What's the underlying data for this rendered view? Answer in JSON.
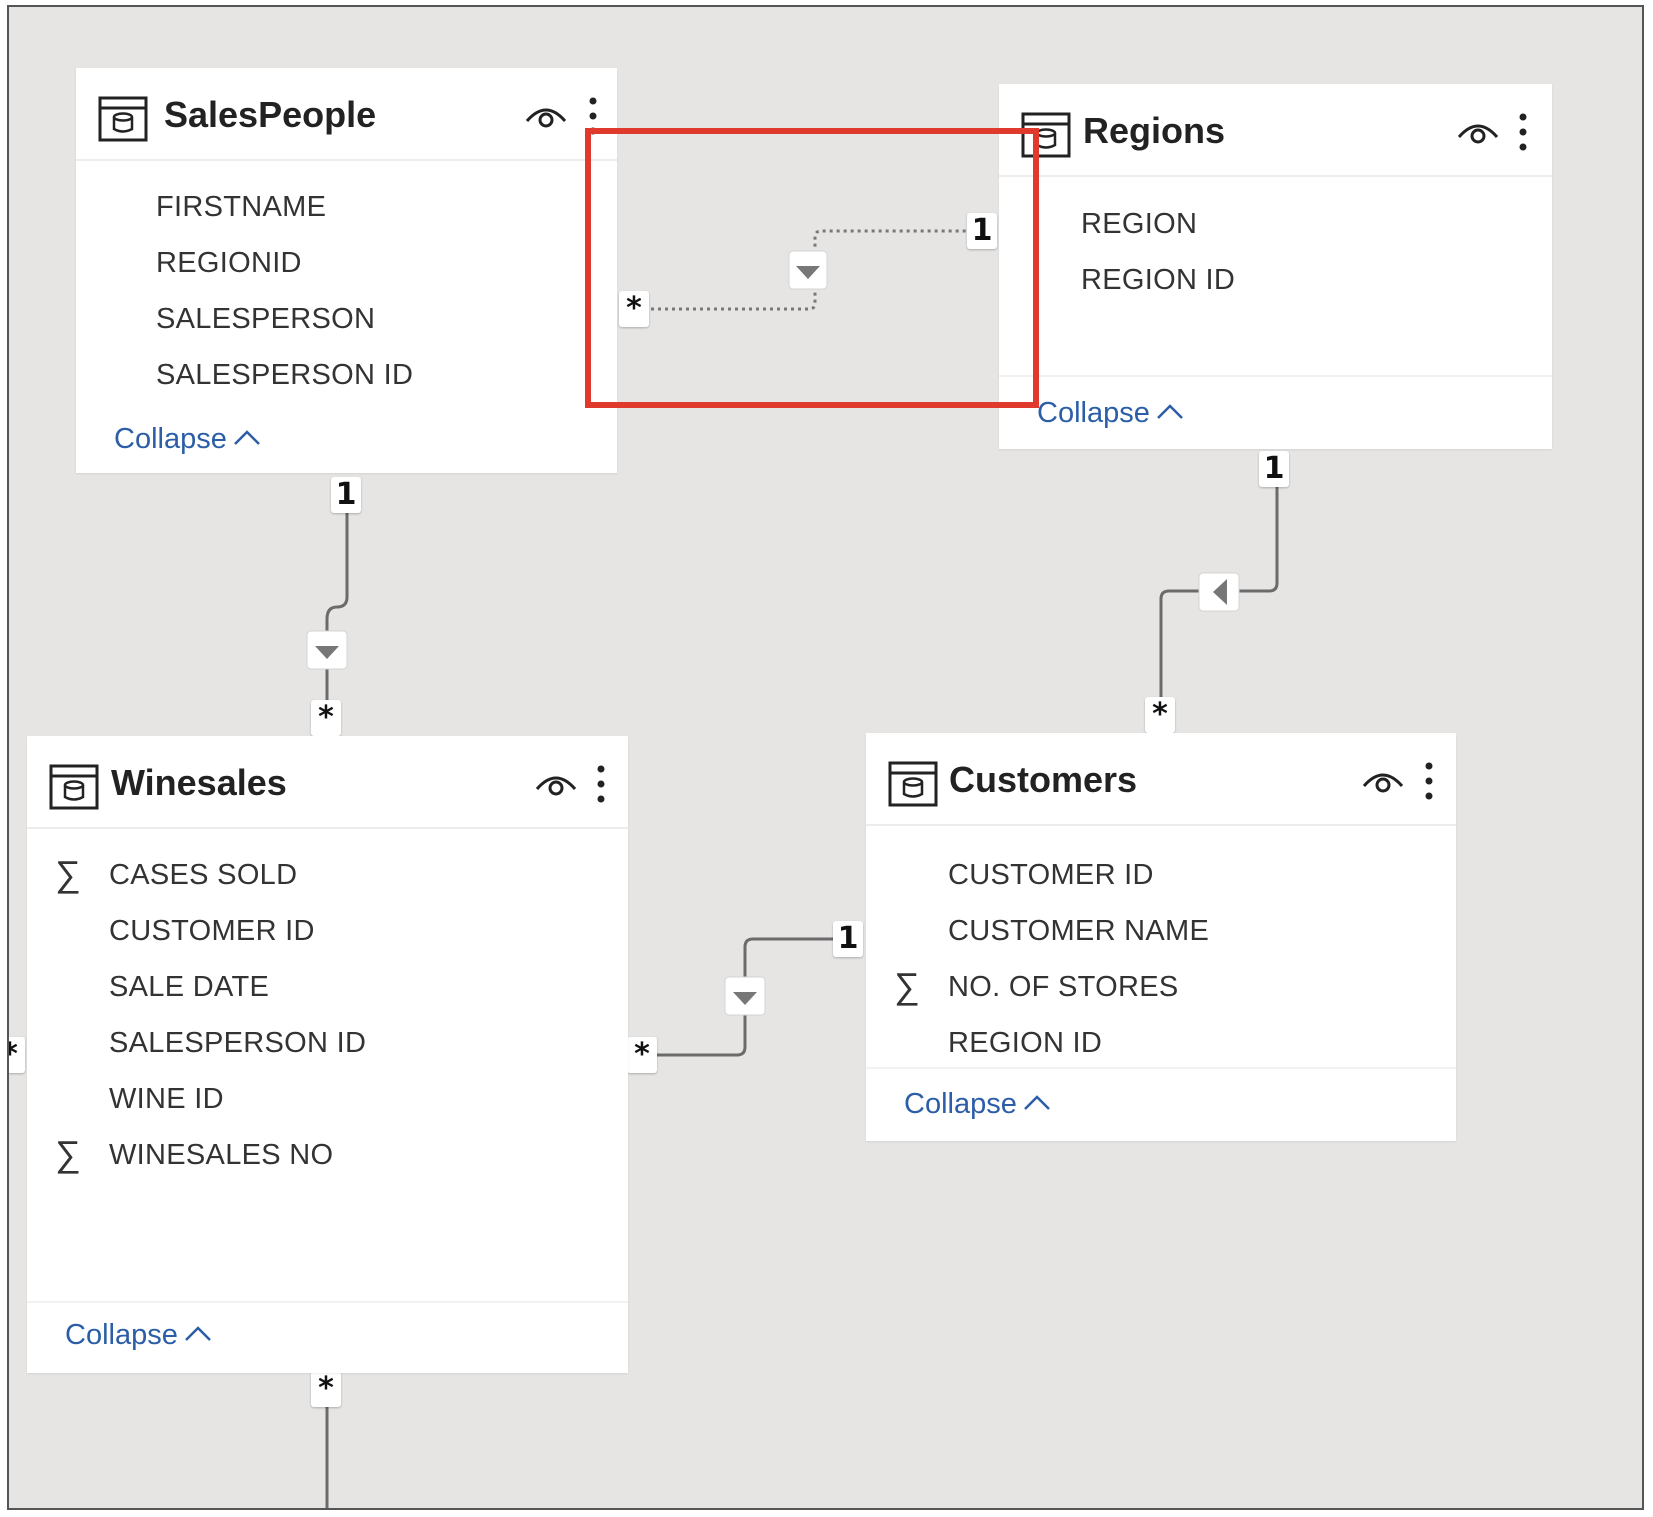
{
  "colors": {
    "canvas_bg": "#e6e5e4",
    "highlight_border": "#e03a2e",
    "collapse_link": "#2b5ea7",
    "connector_line": "#777777"
  },
  "tables": {
    "salespeople": {
      "title": "SalesPeople",
      "fields": [
        {
          "name": "FIRSTNAME",
          "sigma": false
        },
        {
          "name": "REGIONID",
          "sigma": false
        },
        {
          "name": "SALESPERSON",
          "sigma": false
        },
        {
          "name": "SALESPERSON ID",
          "sigma": false
        }
      ],
      "collapse_label": "Collapse"
    },
    "regions": {
      "title": "Regions",
      "fields": [
        {
          "name": "REGION",
          "sigma": false
        },
        {
          "name": "REGION ID",
          "sigma": false
        }
      ],
      "collapse_label": "Collapse"
    },
    "winesales": {
      "title": "Winesales",
      "fields": [
        {
          "name": "CASES SOLD",
          "sigma": true
        },
        {
          "name": "CUSTOMER ID",
          "sigma": false
        },
        {
          "name": "SALE DATE",
          "sigma": false
        },
        {
          "name": "SALESPERSON ID",
          "sigma": false
        },
        {
          "name": "WINE ID",
          "sigma": false
        },
        {
          "name": "WINESALES NO",
          "sigma": true
        }
      ],
      "collapse_label": "Collapse"
    },
    "customers": {
      "title": "Customers",
      "fields": [
        {
          "name": "CUSTOMER ID",
          "sigma": false
        },
        {
          "name": "CUSTOMER NAME",
          "sigma": false
        },
        {
          "name": "NO. OF STORES",
          "sigma": true
        },
        {
          "name": "REGION ID",
          "sigma": false
        }
      ],
      "collapse_label": "Collapse"
    }
  },
  "sigma_symbol": "∑",
  "relationships": [
    {
      "from": "SalesPeople",
      "to": "Regions",
      "many_label": "*",
      "one_label": "1",
      "filter_direction": "down",
      "active": false
    },
    {
      "from": "Winesales",
      "to": "SalesPeople",
      "many_label": "*",
      "one_label": "1",
      "filter_direction": "down",
      "active": true
    },
    {
      "from": "Customers",
      "to": "Regions",
      "many_label": "*",
      "one_label": "1",
      "filter_direction": "left",
      "active": true
    },
    {
      "from": "Winesales",
      "to": "Customers",
      "many_label": "*",
      "one_label": "1",
      "filter_direction": "down",
      "active": true
    },
    {
      "from": "Winesales",
      "to": "(off-screen)",
      "many_label": "*",
      "active": true
    }
  ]
}
